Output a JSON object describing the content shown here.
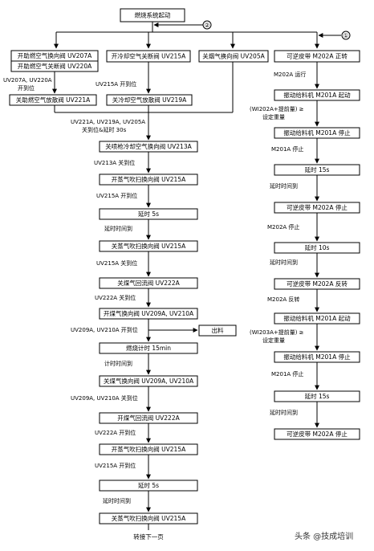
{
  "boxes": {
    "start": "燃烧系统起动",
    "l1a": "开助燃空气换向阀 UV207A",
    "l1b": "开助燃空气关断阀 UV220A",
    "l2": "关助燃空气放散阀 UV221A",
    "c1": "开冷却空气关断阀 UV215A",
    "c2": "关冷却空气放散阀 UV219A",
    "cy": "关烟气换向阀 UV205A",
    "m1": "关喷枪冷却空气换向阀 UV213A",
    "m2": "开蒸气吹扫换向阀 UV215A",
    "m3": "延时 5s",
    "m4": "关蒸气吹扫换向阀 UV215A",
    "m5": "关煤气回流阀 UV222A",
    "m6": "开煤气换向阀 UV209A, UV210A",
    "m7": "燃烧计时 15min",
    "m8": "关煤气换向阀 UV209A, UV210A",
    "m9": "开煤气回流阀 UV222A",
    "m10": "开蒸气吹扫换向阀 UV215A",
    "m11": "延时 5s",
    "m12": "关蒸气吹扫换向阀 UV215A",
    "out": "出料",
    "r1": "可逆皮带 M202A 正转",
    "r2": "振动给料机 M201A 起动",
    "r3": "振动给料机 M201A 停止",
    "r4": "延时 15s",
    "r5": "可逆皮带 M202A 停止",
    "r6": "延时 10s",
    "r7": "可逆皮带 M202A 反转",
    "r8": "振动给料机 M201A 起动",
    "r9": "振动给料机 M201A 停止",
    "r10": "延时 15s",
    "r11": "可逆皮带 M202A 停止"
  },
  "labels": {
    "l_a": "UV207A, UV220A",
    "l_b": "开到位",
    "c_a": "UV215A 开到位",
    "j_a": "UV221A, UV219A, UV205A",
    "j_b": "关到位&延时 30s",
    "m_a": "UV213A 关到位",
    "m_b": "UV215A 开到位",
    "m_c": "延时时间到",
    "m_d": "UV215A 关到位",
    "m_e": "UV222A 关到位",
    "m_f": "UV209A, UV210A 开到位",
    "m_g": "计时时间到",
    "m_h": "UV209A, UV210A 关到位",
    "m_i": "UV222A 开到位",
    "m_j": "UV215A 开到位",
    "m_k": "延时时间到",
    "r_a": "M202A 运行",
    "r_b1": "(WI202A+提前量) ≥",
    "r_b2": "设定重量",
    "r_c": "M201A 停止",
    "r_d": "延时时间到",
    "r_e": "M202A 停止",
    "r_f": "延时时间到",
    "r_g": "M202A 反转",
    "r_h1": "(WI203A+提前量) ≥",
    "r_h2": "设定重量",
    "r_i": "M201A 停止",
    "r_j": "延时时间到",
    "next": "转接下一页"
  },
  "connectors": {
    "c1": "①",
    "c2": "②"
  },
  "watermark": "头条 @技成培训"
}
